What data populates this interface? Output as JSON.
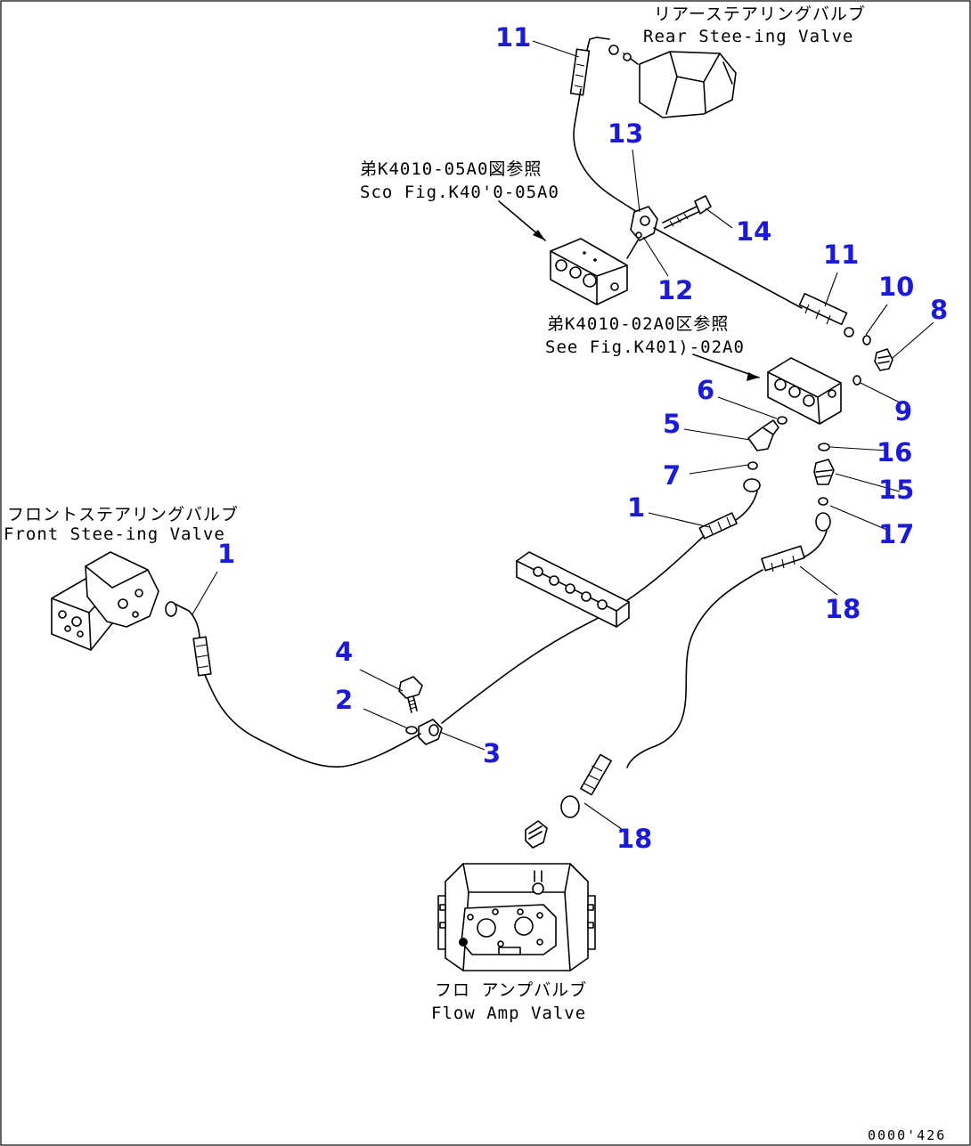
{
  "captions": {
    "rear_valve_jp": "リアーステアリングバルブ",
    "rear_valve_en": "Rear Stee-ing Valve",
    "ref1_jp": "弟K4010-05A0図参照",
    "ref1_en": "Sco Fig.K40'0-05A0",
    "ref2_jp": "弟K4010-02A0区参照",
    "ref2_en": "See Fig.K401)-02A0",
    "front_valve_jp": "フロントステアリングバルブ",
    "front_valve_en": "Front Stee-ing Valve",
    "flow_amp_jp": "フロ アンプバルブ",
    "flow_amp_en": "Flow Amp Valve"
  },
  "callouts": [
    "1",
    "1",
    "2",
    "3",
    "4",
    "5",
    "6",
    "7",
    "8",
    "9",
    "10",
    "11",
    "11",
    "12",
    "13",
    "14",
    "15",
    "16",
    "17",
    "18",
    "18"
  ],
  "doc_number": "0000'426"
}
